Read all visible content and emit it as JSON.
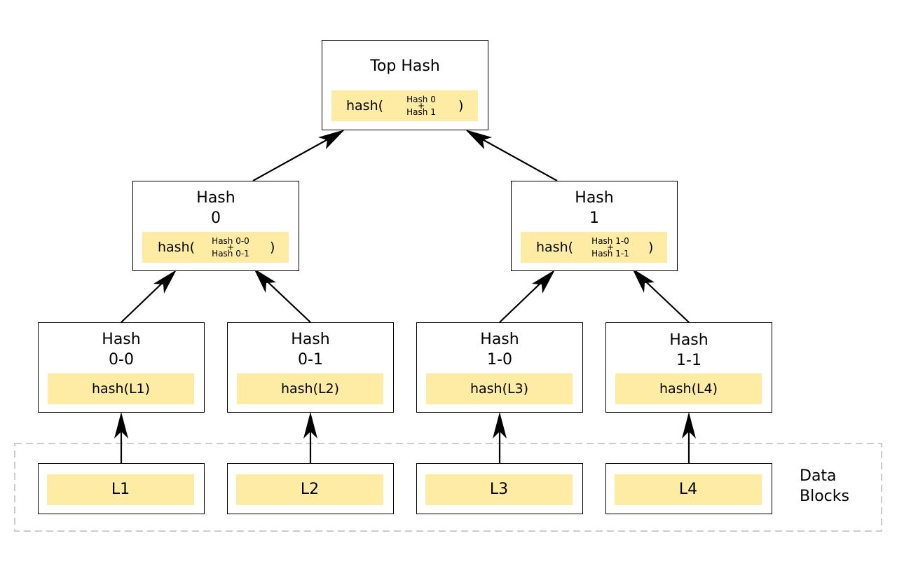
{
  "top": {
    "title": "Top Hash",
    "fn_open": "hash(",
    "operand_a": "Hash 0",
    "plus": "+",
    "operand_b": "Hash 1",
    "fn_close": ")"
  },
  "level1": [
    {
      "title_line1": "Hash",
      "title_line2": "0",
      "fn_open": "hash(",
      "operand_a": "Hash 0-0",
      "plus": "+",
      "operand_b": "Hash 0-1",
      "fn_close": ")"
    },
    {
      "title_line1": "Hash",
      "title_line2": "1",
      "fn_open": "hash(",
      "operand_a": "Hash 1-0",
      "plus": "+",
      "operand_b": "Hash 1-1",
      "fn_close": ")"
    }
  ],
  "leaves": [
    {
      "title_line1": "Hash",
      "title_line2": "0-0",
      "formula": "hash(L1)"
    },
    {
      "title_line1": "Hash",
      "title_line2": "0-1",
      "formula": "hash(L2)"
    },
    {
      "title_line1": "Hash",
      "title_line2": "1-0",
      "formula": "hash(L3)"
    },
    {
      "title_line1": "Hash",
      "title_line2": "1-1",
      "formula": "hash(L4)"
    }
  ],
  "data_blocks": {
    "label_line1": "Data",
    "label_line2": "Blocks",
    "items": [
      "L1",
      "L2",
      "L3",
      "L4"
    ]
  },
  "colors": {
    "band_fill": "#ffeca4",
    "group_border": "#cccccc",
    "stroke": "#000000"
  }
}
